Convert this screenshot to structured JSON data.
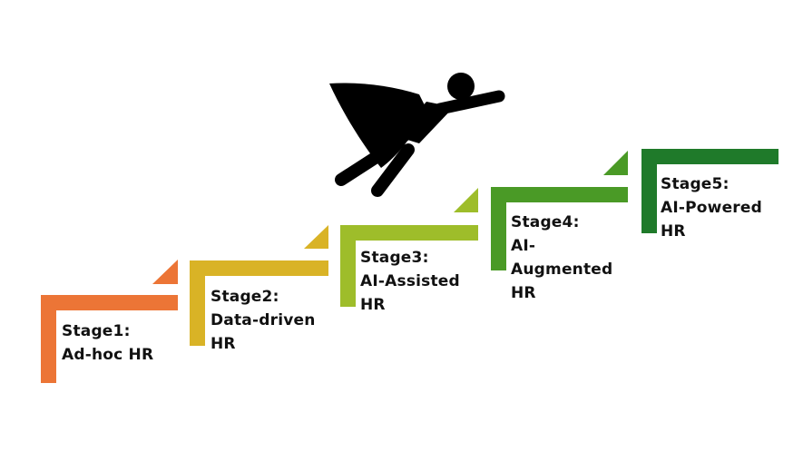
{
  "stages": [
    {
      "label": "Stage1:",
      "lines": [
        "Ad-hoc HR"
      ],
      "color": "#ec7536"
    },
    {
      "label": "Stage2:",
      "lines": [
        "Data-driven",
        "HR"
      ],
      "color": "#d9b326"
    },
    {
      "label": "Stage3:",
      "lines": [
        "AI-Assisted",
        "HR"
      ],
      "color": "#9ebd2a"
    },
    {
      "label": "Stage4:",
      "lines": [
        "AI-",
        "Augmented",
        "HR"
      ],
      "color": "#4a9a26"
    },
    {
      "label": "Stage5:",
      "lines": [
        "AI-Powered",
        "HR"
      ],
      "color": "#1f7a2a"
    }
  ],
  "icons": {
    "hero": "flying-superhero-icon"
  }
}
